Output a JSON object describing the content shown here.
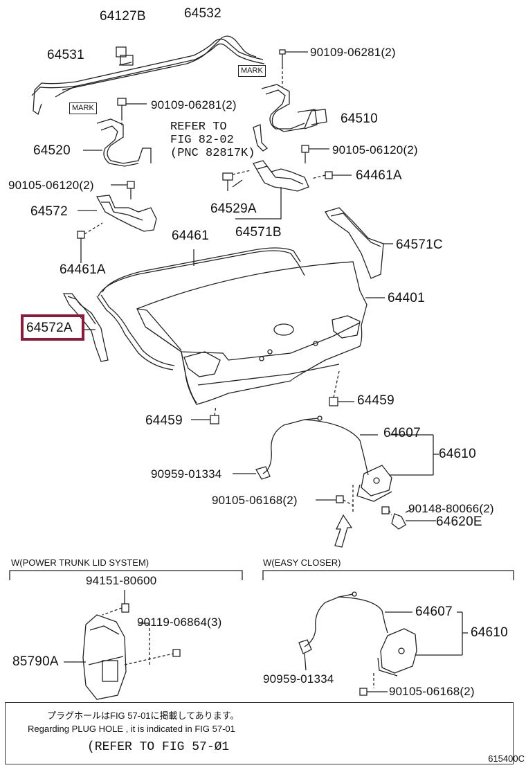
{
  "labels": {
    "p64127B": "64127B",
    "p64532": "64532",
    "p64531": "64531",
    "p90109a": "90109-06281(2)",
    "p90109b": "90109-06281(2)",
    "p64510": "64510",
    "p64520": "64520",
    "p90105a": "90105-06120(2)",
    "p90105b": "90105-06120(2)",
    "p64461A_r": "64461A",
    "p64572": "64572",
    "p64529A": "64529A",
    "p64571B": "64571B",
    "p64461": "64461",
    "p64571C": "64571C",
    "p64461A_l": "64461A",
    "p64401": "64401",
    "p64572A": "64572A",
    "p64459_r": "64459",
    "p64459_l": "64459",
    "p64607": "64607",
    "p64610": "64610",
    "p90959": "90959-01334",
    "p90105_06168": "90105-06168(2)",
    "p90148": "90148-80066(2)",
    "p64620E": "64620E",
    "p94151": "94151-80600",
    "p90119": "90119-06864(3)",
    "p85790A": "85790A",
    "p64607b": "64607",
    "p64610b": "64610",
    "p90959b": "90959-01334",
    "p90105b_06168": "90105-06168(2)"
  },
  "marks": {
    "mark_left": "MARK",
    "mark_right": "MARK"
  },
  "refer_text": {
    "line1": "REFER TO",
    "line2": "FIG 82-02",
    "line3": "(PNC 82817K)"
  },
  "sections": {
    "power_trunk": "W(POWER TRUNK LID SYSTEM)",
    "easy_closer": "W(EASY CLOSER)"
  },
  "note": {
    "jp": "プラグホールはFIG 57-01に掲載してあります。",
    "en": "Regarding  PLUG  HOLE , it is indicated in  FIG  57-01",
    "refer": "(REFER TO FIG 57-Ø1"
  },
  "figure_code": "615400C",
  "highlight_color": "#8e1a3a"
}
